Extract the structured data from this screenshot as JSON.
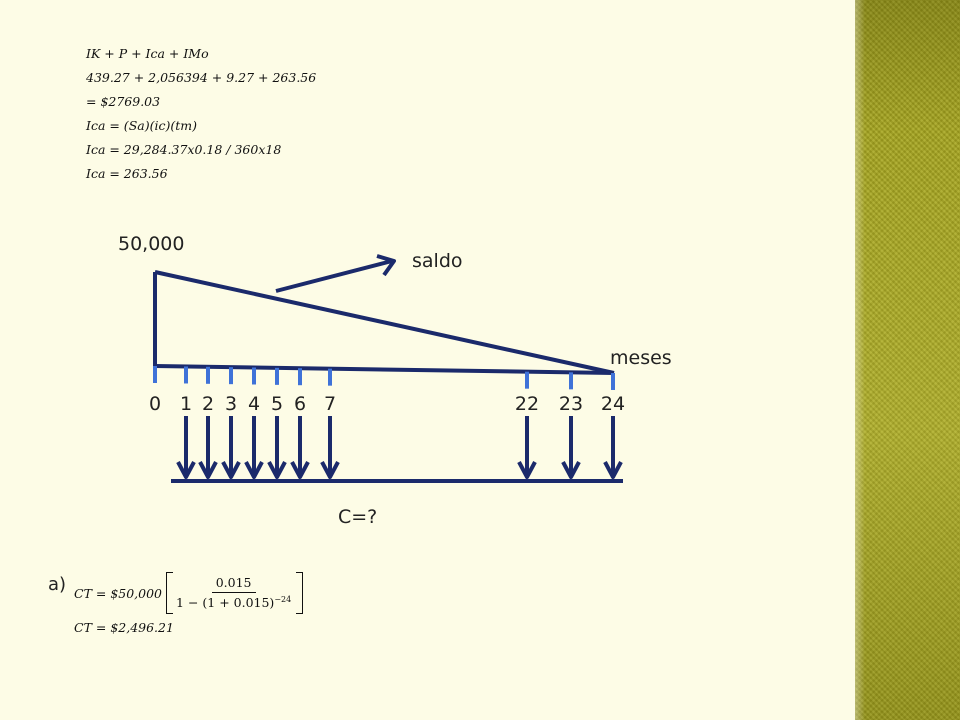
{
  "formulas": [
    "IK + P + Ica + IMo",
    "439.27 + 2,056394 + 9.27 + 263.56",
    "= $2769.03",
    "Ica = (Sa)(ic)(tm)",
    "Ica = 29,284.37x0.18 / 360x18",
    "Ica = 263.56"
  ],
  "diagram": {
    "principal_label": "50,000",
    "saldo_label": "saldo",
    "meses_label": "meses",
    "payment_label": "C=?",
    "ticks": [
      "0",
      "1",
      "2",
      "3",
      "4",
      "5",
      "6",
      "7",
      "22",
      "23",
      "24"
    ],
    "payment_periods": [
      "1",
      "2",
      "3",
      "4",
      "5",
      "6",
      "7",
      "22",
      "23",
      "24"
    ]
  },
  "answer": {
    "label": "a)",
    "ct_lhs": "CT = $50,000",
    "fraction_numerator": "0.015",
    "fraction_denominator_base": "1 − (1 + 0.015)",
    "fraction_exponent": "−24",
    "result": "CT = $2,496.21"
  },
  "colors": {
    "background": "#fdfce6",
    "side_panel": "#a7a61f",
    "line": "#1b2a6b",
    "tick": "#3f72d8",
    "text": "#222222"
  }
}
